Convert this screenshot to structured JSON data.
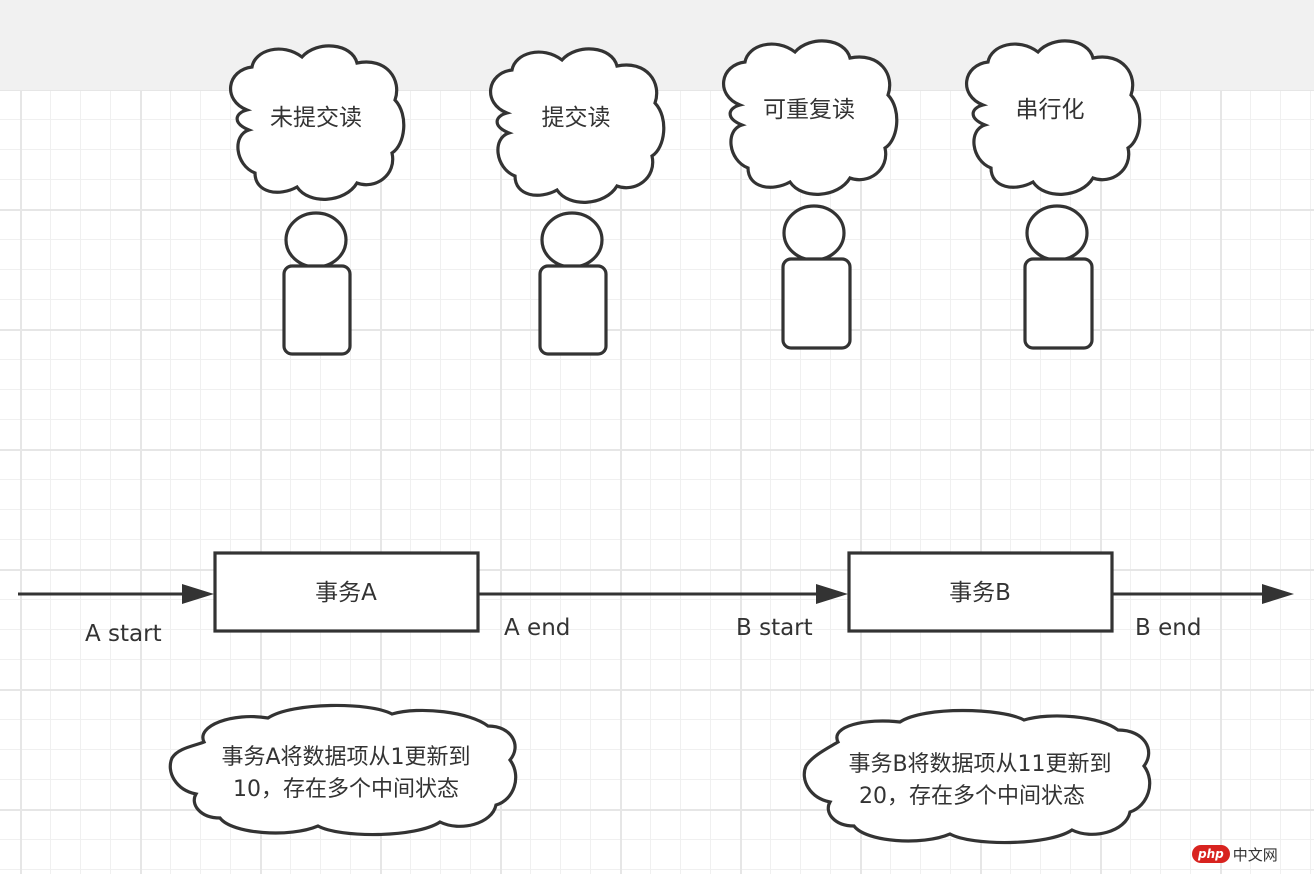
{
  "isolation_levels": [
    {
      "label": "未提交读"
    },
    {
      "label": "提交读"
    },
    {
      "label": "可重复读"
    },
    {
      "label": "串行化"
    }
  ],
  "transactions": [
    {
      "label": "事务A",
      "start_label": "A start",
      "end_label": "A end",
      "note_line1": "事务A将数据项从1更新到",
      "note_line2": "10，存在多个中间状态"
    },
    {
      "label": "事务B",
      "start_label": "B start",
      "end_label": "B end",
      "note_line1": "事务B将数据项从11更新到",
      "note_line2": "20，存在多个中间状态"
    }
  ],
  "watermark": {
    "badge": "php",
    "text": "中文网"
  },
  "colors": {
    "stroke": "#333333",
    "grid": "#e6e6e6",
    "band": "#f1f1f1",
    "watermark": "#d8231f"
  }
}
